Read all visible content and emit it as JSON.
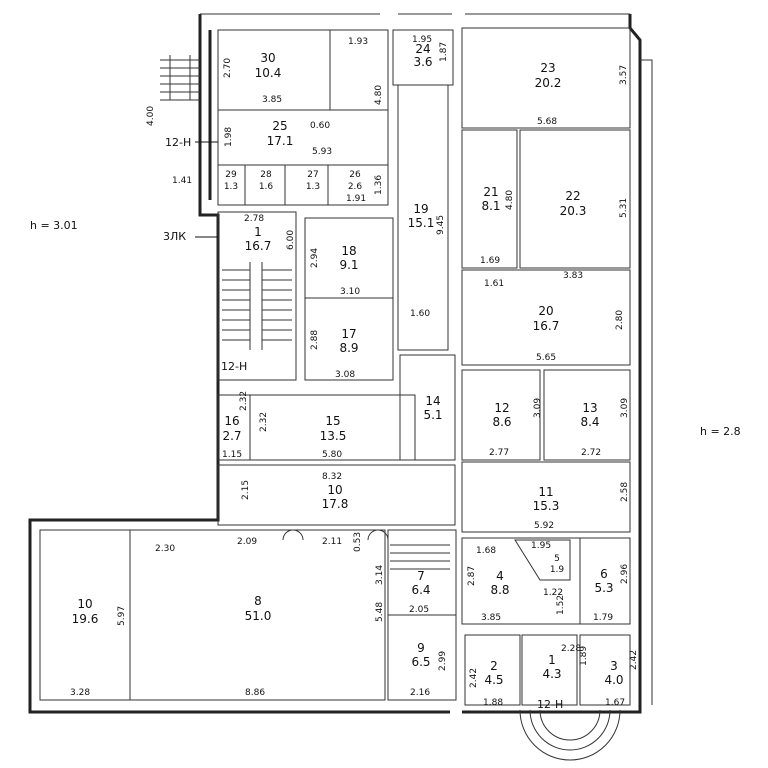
{
  "heights": {
    "left": "h = 3.01",
    "right": "h = 2.8"
  },
  "labels": {
    "stair_top": "12-H",
    "stair_mid": "12-H",
    "stair_bottom": "12-H",
    "exit": "3ЛК"
  },
  "rooms": [
    {
      "id": "r30",
      "num": "30",
      "area": "10.4"
    },
    {
      "id": "r25",
      "num": "25",
      "area": "17.1"
    },
    {
      "id": "r29",
      "num": "29",
      "area": "1.3"
    },
    {
      "id": "r28",
      "num": "28",
      "area": "1.6"
    },
    {
      "id": "r27",
      "num": "27",
      "area": "1.3"
    },
    {
      "id": "r26",
      "num": "26",
      "area": "2.6"
    },
    {
      "id": "r24",
      "num": "24",
      "area": "3.6"
    },
    {
      "id": "r23",
      "num": "23",
      "area": "20.2"
    },
    {
      "id": "r21",
      "num": "21",
      "area": "8.1"
    },
    {
      "id": "r22",
      "num": "22",
      "area": "20.3"
    },
    {
      "id": "r19",
      "num": "19",
      "area": "15.1"
    },
    {
      "id": "r1a",
      "num": "1",
      "area": "16.7"
    },
    {
      "id": "r18",
      "num": "18",
      "area": "9.1"
    },
    {
      "id": "r17",
      "num": "17",
      "area": "8.9"
    },
    {
      "id": "r20",
      "num": "20",
      "area": "16.7"
    },
    {
      "id": "r16",
      "num": "16",
      "area": "2.7"
    },
    {
      "id": "r15",
      "num": "15",
      "area": "13.5"
    },
    {
      "id": "r14",
      "num": "14",
      "area": "5.1"
    },
    {
      "id": "r12",
      "num": "12",
      "area": "8.6"
    },
    {
      "id": "r13",
      "num": "13",
      "area": "8.4"
    },
    {
      "id": "r10a",
      "num": "10",
      "area": "17.8"
    },
    {
      "id": "r11",
      "num": "11",
      "area": "15.3"
    },
    {
      "id": "r10b",
      "num": "10",
      "area": "19.6"
    },
    {
      "id": "r8",
      "num": "8",
      "area": "51.0"
    },
    {
      "id": "r7",
      "num": "7",
      "area": "6.4"
    },
    {
      "id": "r4",
      "num": "4",
      "area": "8.8"
    },
    {
      "id": "r5",
      "num": "5",
      "area": "1.9"
    },
    {
      "id": "r6",
      "num": "6",
      "area": "5.3"
    },
    {
      "id": "r9",
      "num": "9",
      "area": "6.5"
    },
    {
      "id": "r2",
      "num": "2",
      "area": "4.5"
    },
    {
      "id": "r1b",
      "num": "1",
      "area": "4.3"
    },
    {
      "id": "r3",
      "num": "3",
      "area": "4.0"
    }
  ],
  "dimensions": [
    {
      "id": "d1",
      "text": "1.93"
    },
    {
      "id": "d2",
      "text": "2.70"
    },
    {
      "id": "d3",
      "text": "3.85"
    },
    {
      "id": "d4",
      "text": "4.80"
    },
    {
      "id": "d5",
      "text": "1.95"
    },
    {
      "id": "d6",
      "text": "1.87"
    },
    {
      "id": "d7",
      "text": "3.57"
    },
    {
      "id": "d8",
      "text": "4.00"
    },
    {
      "id": "d9",
      "text": "1.98"
    },
    {
      "id": "d10",
      "text": "0.60"
    },
    {
      "id": "d11",
      "text": "5.93"
    },
    {
      "id": "d12",
      "text": "5.68"
    },
    {
      "id": "d13",
      "text": "1.41"
    },
    {
      "id": "d14",
      "text": "1.36"
    },
    {
      "id": "d15",
      "text": "1.91"
    },
    {
      "id": "d16",
      "text": "4.80"
    },
    {
      "id": "d17",
      "text": "5.31"
    },
    {
      "id": "d18",
      "text": "9.45"
    },
    {
      "id": "d19",
      "text": "2.78"
    },
    {
      "id": "d20",
      "text": "6.00"
    },
    {
      "id": "d21",
      "text": "2.94"
    },
    {
      "id": "d22",
      "text": "1.69"
    },
    {
      "id": "d23",
      "text": "3.83"
    },
    {
      "id": "d24",
      "text": "1.61"
    },
    {
      "id": "d25",
      "text": "3.10"
    },
    {
      "id": "d26",
      "text": "2.80"
    },
    {
      "id": "d27",
      "text": "1.60"
    },
    {
      "id": "d28",
      "text": "2.88"
    },
    {
      "id": "d29",
      "text": "5.65"
    },
    {
      "id": "d30",
      "text": "3.08"
    },
    {
      "id": "d31",
      "text": "2.32"
    },
    {
      "id": "d32",
      "text": "2.32"
    },
    {
      "id": "d33",
      "text": "3.09"
    },
    {
      "id": "d34",
      "text": "3.09"
    },
    {
      "id": "d35",
      "text": "1.15"
    },
    {
      "id": "d36",
      "text": "5.80"
    },
    {
      "id": "d37",
      "text": "2.77"
    },
    {
      "id": "d38",
      "text": "2.72"
    },
    {
      "id": "d39",
      "text": "8.32"
    },
    {
      "id": "d40",
      "text": "2.15"
    },
    {
      "id": "d41",
      "text": "2.58"
    },
    {
      "id": "d42",
      "text": "5.92"
    },
    {
      "id": "d43",
      "text": "2.30"
    },
    {
      "id": "d44",
      "text": "2.09"
    },
    {
      "id": "d45",
      "text": "2.11"
    },
    {
      "id": "d46",
      "text": "0.53"
    },
    {
      "id": "d47",
      "text": "1.68"
    },
    {
      "id": "d48",
      "text": "1.95"
    },
    {
      "id": "d49",
      "text": "3.14"
    },
    {
      "id": "d50",
      "text": "2.87"
    },
    {
      "id": "d51",
      "text": "2.96"
    },
    {
      "id": "d52",
      "text": "5.97"
    },
    {
      "id": "d53",
      "text": "5.48"
    },
    {
      "id": "d54",
      "text": "1.22"
    },
    {
      "id": "d55",
      "text": "1.52"
    },
    {
      "id": "d56",
      "text": "2.05"
    },
    {
      "id": "d57",
      "text": "3.85"
    },
    {
      "id": "d58",
      "text": "1.79"
    },
    {
      "id": "d59",
      "text": "2.28"
    },
    {
      "id": "d60",
      "text": "2.99"
    },
    {
      "id": "d61",
      "text": "1.89"
    },
    {
      "id": "d62",
      "text": "2.42"
    },
    {
      "id": "d63",
      "text": "2.42"
    },
    {
      "id": "d64",
      "text": "3.28"
    },
    {
      "id": "d65",
      "text": "8.86"
    },
    {
      "id": "d66",
      "text": "2.16"
    },
    {
      "id": "d67",
      "text": "1.88"
    },
    {
      "id": "d68",
      "text": "1.67"
    }
  ]
}
